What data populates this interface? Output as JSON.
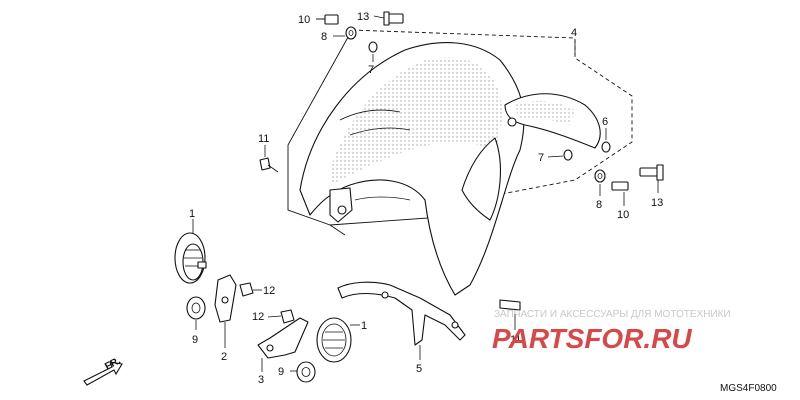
{
  "diagram": {
    "callouts": [
      {
        "id": "c10a",
        "text": "10"
      },
      {
        "id": "c8a",
        "text": "8"
      },
      {
        "id": "c13a",
        "text": "13"
      },
      {
        "id": "c4",
        "text": "4"
      },
      {
        "id": "c7a",
        "text": "7"
      },
      {
        "id": "c6",
        "text": "6"
      },
      {
        "id": "c7b",
        "text": "7"
      },
      {
        "id": "c11a",
        "text": "11"
      },
      {
        "id": "c8b",
        "text": "8"
      },
      {
        "id": "c10b",
        "text": "10"
      },
      {
        "id": "c13b",
        "text": "13"
      },
      {
        "id": "c1a",
        "text": "1"
      },
      {
        "id": "c12a",
        "text": "12"
      },
      {
        "id": "c12b",
        "text": "12"
      },
      {
        "id": "c1b",
        "text": "1"
      },
      {
        "id": "c9a",
        "text": "9"
      },
      {
        "id": "c2",
        "text": "2"
      },
      {
        "id": "c3",
        "text": "3"
      },
      {
        "id": "c9b",
        "text": "9"
      },
      {
        "id": "c5",
        "text": "5"
      },
      {
        "id": "c11b",
        "text": "11"
      }
    ],
    "front_marker": "FR.",
    "diagram_code": "MGS4F0800"
  },
  "watermark": {
    "tagline": "ЗАПЧАСТИ И АКСЕССУАРЫ ДЛЯ МОТОТЕХНИКИ",
    "logo_text": "PARTSFOR.RU",
    "colors": {
      "tagline": "#c9c9c9",
      "logo": "#d84848"
    }
  }
}
